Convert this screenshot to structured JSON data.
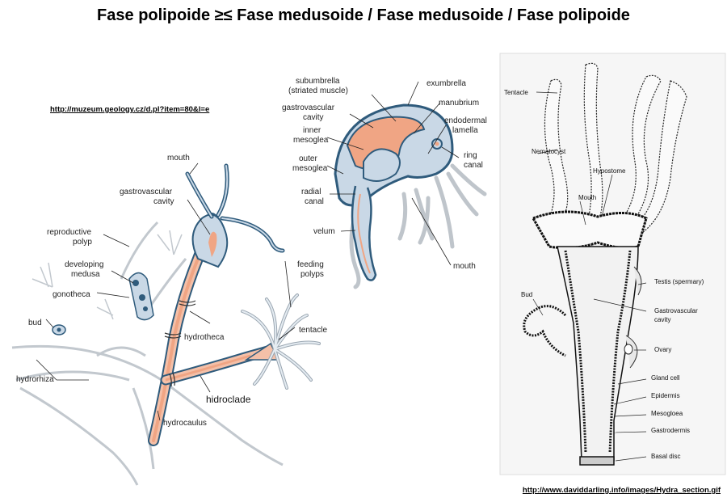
{
  "title": "Fase polipoide ≥≤ Fase medusoide / Fase medusoide / Fase polipoide",
  "source_links": {
    "left": "http://muzeum.geology.cz/d.pl?item=80&l=e",
    "right": "http://www.daviddarling.info/images/Hydra_section.gif"
  },
  "colony_labels": {
    "mouth": "mouth",
    "gastrovascular_cavity_1": "gastrovascular",
    "gastrovascular_cavity_2": "cavity",
    "reproductive_polyp_1": "reproductive",
    "reproductive_polyp_2": "polyp",
    "developing_medusa_1": "developing",
    "developing_medusa_2": "medusa",
    "gonotheca": "gonotheca",
    "bud": "bud",
    "hydrorhiza": "hydrorhiza",
    "hydrotheca": "hydrotheca",
    "feeding_polyps_1": "feeding",
    "feeding_polyps_2": "polyps",
    "tentacle": "tentacle",
    "hidroclade": "hidroclade",
    "hydrocaulus": "hydrocaulus"
  },
  "medusa_labels": {
    "subumbrella_1": "subumbrella",
    "subumbrella_2": "(striated muscle)",
    "exumbrella": "exumbrella",
    "gastrovascular_1": "gastrovascular",
    "gastrovascular_2": "cavity",
    "manubrium": "manubrium",
    "inner_mesoglea_1": "inner",
    "inner_mesoglea_2": "mesoglea",
    "endodermal_lamella_1": "endodermal",
    "endodermal_lamella_2": "lamella",
    "ring_canal_1": "ring",
    "ring_canal_2": "canal",
    "outer_mesoglea_1": "outer",
    "outer_mesoglea_2": "mesoglea",
    "radial_canal_1": "radial",
    "radial_canal_2": "canal",
    "velum": "velum",
    "mouth": "mouth"
  },
  "hydra_labels": {
    "tentacle": "Tentacle",
    "nematocyst": "Nematocyst",
    "hypostome": "Hypostome",
    "mouth": "Mouth",
    "testis": "Testis (spermary)",
    "bud": "Bud",
    "gastrovascular_1": "Gastrovascular",
    "gastrovascular_2": "cavity",
    "ovary": "Ovary",
    "gland_cell": "Gland cell",
    "epidermis": "Epidermis",
    "mesogloea": "Mesogloea",
    "gastrodermis": "Gastrodermis",
    "basal_disc": "Basal disc"
  },
  "colors": {
    "pink": "#f0a584",
    "blue_dark": "#2f5b7c",
    "blue_light": "#c9d8e6",
    "gray": "#bfc5cb"
  }
}
